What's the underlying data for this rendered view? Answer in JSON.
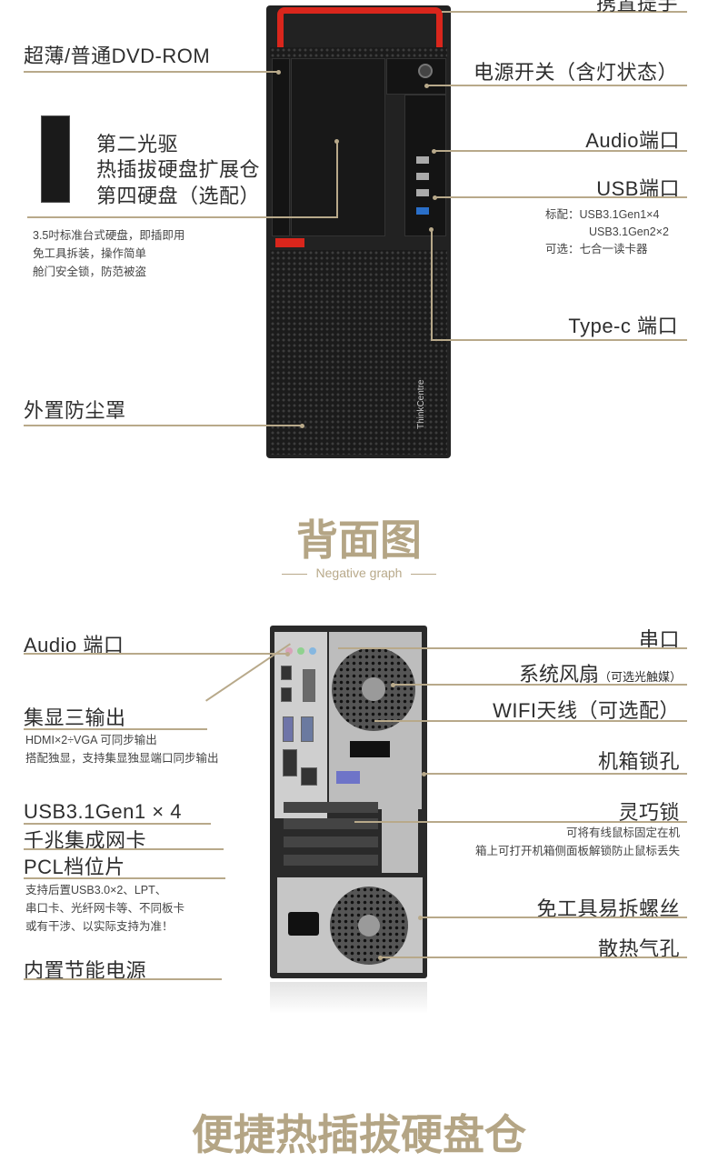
{
  "front": {
    "top_label": "携置提手",
    "labels": {
      "dvd": "超薄/普通DVD-ROM",
      "power": "电源开关（含灯状态）",
      "bay_1": "第二光驱",
      "bay_2": "热插拔硬盘扩展仓",
      "bay_3": "第四硬盘（选配）",
      "audio": "Audio端口",
      "usb": "USB端口",
      "typec": "Type-c  端口",
      "dust": "外置防尘罩"
    },
    "notes": {
      "bay_note_1": "3.5吋标准台式硬盘，即插即用",
      "bay_note_2": "免工具拆装，操作简单",
      "bay_note_3": "舱门安全锁，防范被盗",
      "usb_note_1": "标配：USB3.1Gen1×4",
      "usb_note_2": "USB3.1Gen2×2",
      "usb_note_3": "可选：七合一读卡器"
    },
    "brand": "ThinkCentre"
  },
  "section_back": {
    "title": "背面图",
    "subtitle": "Negative graph"
  },
  "back": {
    "labels": {
      "audio": "Audio 端口",
      "video": "集显三输出",
      "usb": "USB3.1Gen1 × 4",
      "lan": "千兆集成网卡",
      "pcl": "PCL档位片",
      "psu": "内置节能电源",
      "serial": "串口",
      "fan": "系统风扇",
      "fan_note": "（可选光触媒）",
      "wifi": "WIFI天线（可选配）",
      "lock": "机箱锁孔",
      "flex": "灵巧锁",
      "screw": "免工具易拆螺丝",
      "vent": "散热气孔"
    },
    "notes": {
      "video_1": "HDMI×2÷VGA 可同步输出",
      "video_2": "搭配独显，支持集显独显端口同步输出",
      "pcl_1": "支持后置USB3.0×2、LPT、",
      "pcl_2": "串口卡、光纤网卡等、不同板卡",
      "pcl_3": "或有干涉、以实际支持为准！",
      "flex_1": "可将有线鼠标固定在机",
      "flex_2": "箱上可打开机箱侧面板解锁防止鼠标丢失"
    }
  },
  "section_bottom": {
    "title": "便捷热插拔硬盘仓"
  },
  "colors": {
    "accent": "#b8a98a",
    "red": "#d9261c"
  }
}
